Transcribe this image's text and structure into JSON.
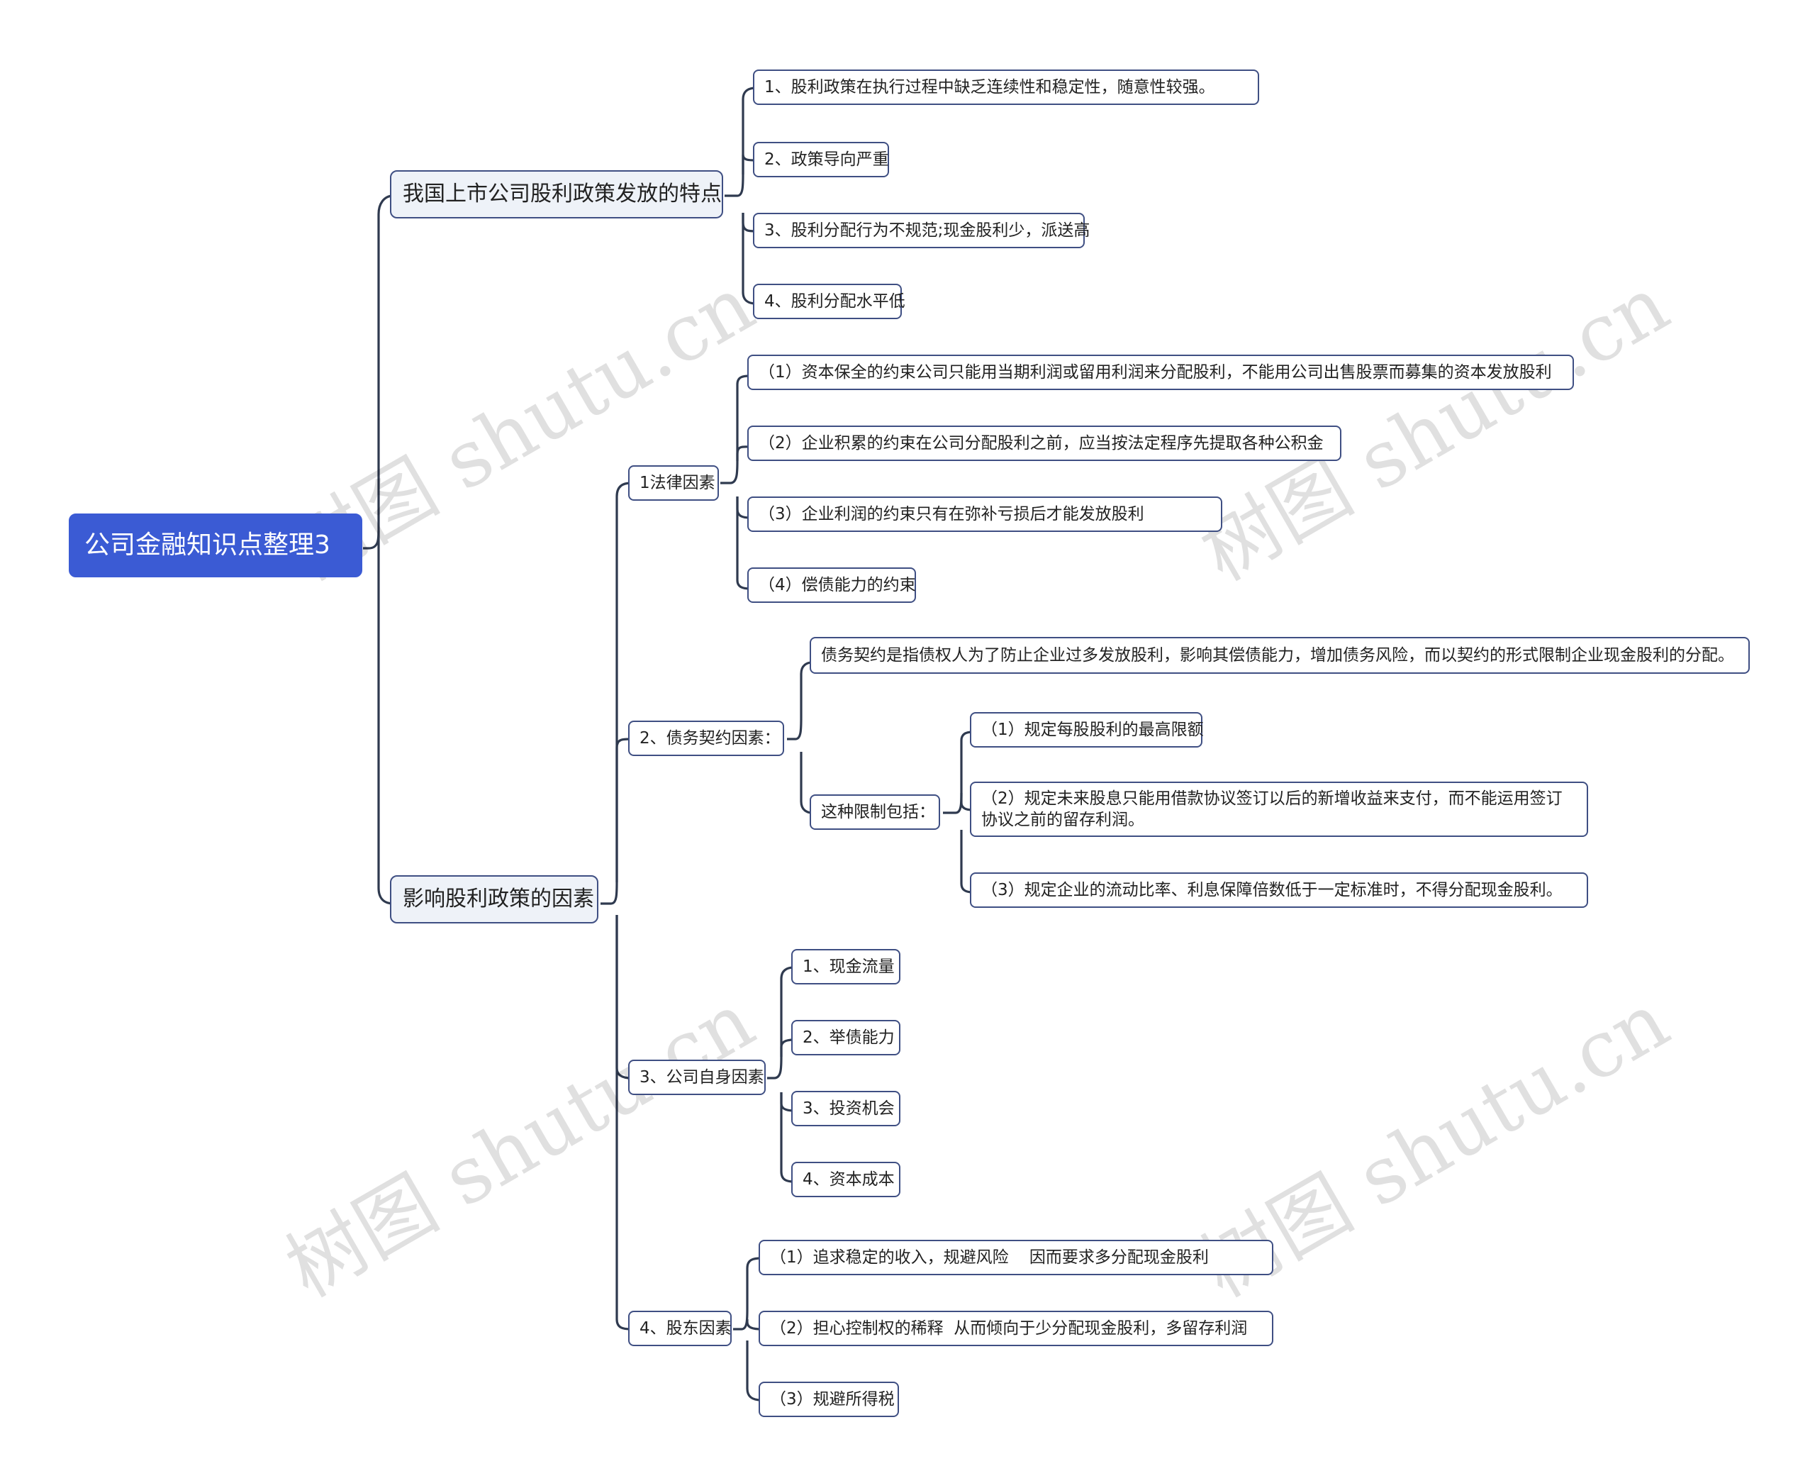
{
  "root": "公司金融知识点整理3",
  "branch1": {
    "label": "我国上市公司股利政策发放的特点",
    "items": [
      "1、股利政策在执行过程中缺乏连续性和稳定性，随意性较强。",
      "2、政策导向严重",
      "3、股利分配行为不规范;现金股利少，派送高",
      "4、股利分配水平低"
    ]
  },
  "branch2": {
    "label": "影响股利政策的因素",
    "legal": {
      "label": "1法律因素",
      "items": [
        "（1）资本保全的约束公司只能用当期利润或留用利润来分配股利，不能用公司出售股票而募集的资本发放股利",
        "（2）企业积累的约束在公司分配股利之前，应当按法定程序先提取各种公积金",
        "（3）企业利润的约束只有在弥补亏损后才能发放股利",
        "（4）偿债能力的约束"
      ]
    },
    "debt": {
      "label": "2、债务契约因素：",
      "definition": "债务契约是指债权人为了防止企业过多发放股利，影响其偿债能力，增加债务风险，而以契约的形式限制企业现金股利的分配。",
      "restrictions": {
        "label": "这种限制包括：",
        "items": [
          "（1）规定每股股利的最高限额",
          "（2）规定未来股息只能用借款协议签订以后的新增收益来支付，而不能运用签订协议之前的留存利润。",
          "（3）规定企业的流动比率、利息保障倍数低于一定标准时，不得分配现金股利。"
        ]
      }
    },
    "company": {
      "label": "3、公司自身因素",
      "items": [
        "1、现金流量",
        "2、举债能力",
        "3、投资机会",
        "4、资本成本"
      ]
    },
    "shareholder": {
      "label": "4、股东因素",
      "items": [
        "（1）追求稳定的收入，规避风险    因而要求多分配现金股利",
        "（2）担心控制权的稀释  从而倾向于少分配现金股利，多留存利润",
        "（3）规避所得税"
      ]
    }
  },
  "watermark": "树图 shutu.cn"
}
